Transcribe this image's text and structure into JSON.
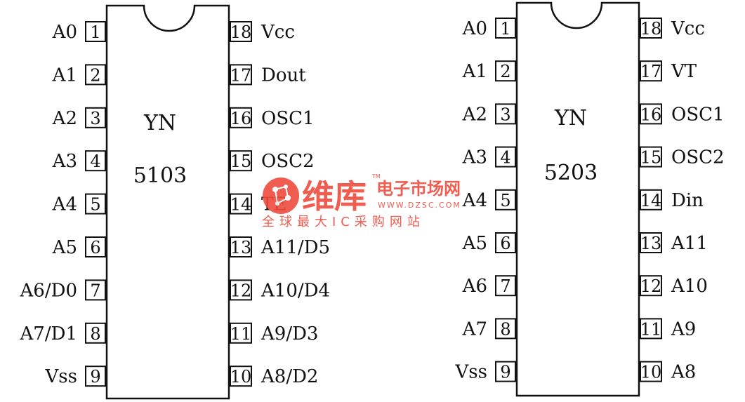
{
  "chips": [
    {
      "id": "yn5103",
      "name_line1": "YN",
      "name_line2": "5103",
      "left_pins": [
        {
          "num": "1",
          "label": "A0"
        },
        {
          "num": "2",
          "label": "A1"
        },
        {
          "num": "3",
          "label": "A2"
        },
        {
          "num": "4",
          "label": "A3"
        },
        {
          "num": "5",
          "label": "A4"
        },
        {
          "num": "6",
          "label": "A5"
        },
        {
          "num": "7",
          "label": "A6/D0"
        },
        {
          "num": "8",
          "label": "A7/D1"
        },
        {
          "num": "9",
          "label": "Vss"
        }
      ],
      "right_pins": [
        {
          "num": "18",
          "label": "Vcc"
        },
        {
          "num": "17",
          "label": "Dout"
        },
        {
          "num": "16",
          "label": "OSC1"
        },
        {
          "num": "15",
          "label": "OSC2"
        },
        {
          "num": "14",
          "label": "TE"
        },
        {
          "num": "13",
          "label": "A11/D5"
        },
        {
          "num": "12",
          "label": "A10/D4"
        },
        {
          "num": "11",
          "label": "A9/D3"
        },
        {
          "num": "10",
          "label": "A8/D2"
        }
      ]
    },
    {
      "id": "yn5203",
      "name_line1": "YN",
      "name_line2": "5203",
      "left_pins": [
        {
          "num": "1",
          "label": "A0"
        },
        {
          "num": "2",
          "label": "A1"
        },
        {
          "num": "3",
          "label": "A2"
        },
        {
          "num": "4",
          "label": "A3"
        },
        {
          "num": "5",
          "label": "A4"
        },
        {
          "num": "6",
          "label": "A5"
        },
        {
          "num": "7",
          "label": "A6"
        },
        {
          "num": "8",
          "label": "A7"
        },
        {
          "num": "9",
          "label": "Vss"
        }
      ],
      "right_pins": [
        {
          "num": "18",
          "label": "Vcc"
        },
        {
          "num": "17",
          "label": "VT"
        },
        {
          "num": "16",
          "label": "OSC1"
        },
        {
          "num": "15",
          "label": "OSC2"
        },
        {
          "num": "14",
          "label": "Din"
        },
        {
          "num": "13",
          "label": "A11"
        },
        {
          "num": "12",
          "label": "A10"
        },
        {
          "num": "11",
          "label": "A9"
        },
        {
          "num": "10",
          "label": "A8"
        }
      ]
    }
  ],
  "watermark": {
    "brand": "维库",
    "subtitle": "电子市场网",
    "url": "WWW.DZSC.COM",
    "tagline": "全球最大IC采购网站",
    "trademark": "TM",
    "color": "#ef4b3c"
  }
}
